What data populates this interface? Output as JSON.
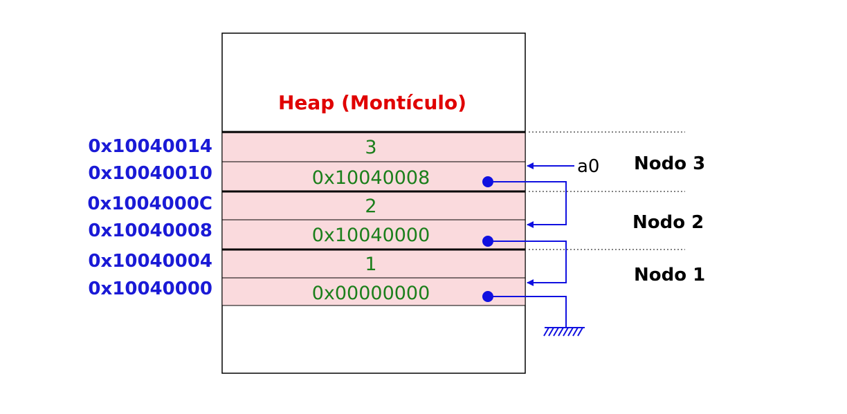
{
  "heap": {
    "title": "Heap (Montículo)"
  },
  "memory": [
    {
      "address": "0x10040014",
      "value": "3"
    },
    {
      "address": "0x10040010",
      "value": "0x10040008"
    },
    {
      "address": "0x1004000C",
      "value": "2"
    },
    {
      "address": "0x10040008",
      "value": "0x10040000"
    },
    {
      "address": "0x10040004",
      "value": "1"
    },
    {
      "address": "0x10040000",
      "value": "0x00000000"
    }
  ],
  "nodes": [
    "Nodo 3",
    "Nodo 2",
    "Nodo 1"
  ],
  "register": "a0",
  "colors": {
    "address": "#1a1ad6",
    "value": "#1b7f1b",
    "title": "#e00000",
    "cell_fill": "#fadadd",
    "pointer": "#1010e0"
  }
}
